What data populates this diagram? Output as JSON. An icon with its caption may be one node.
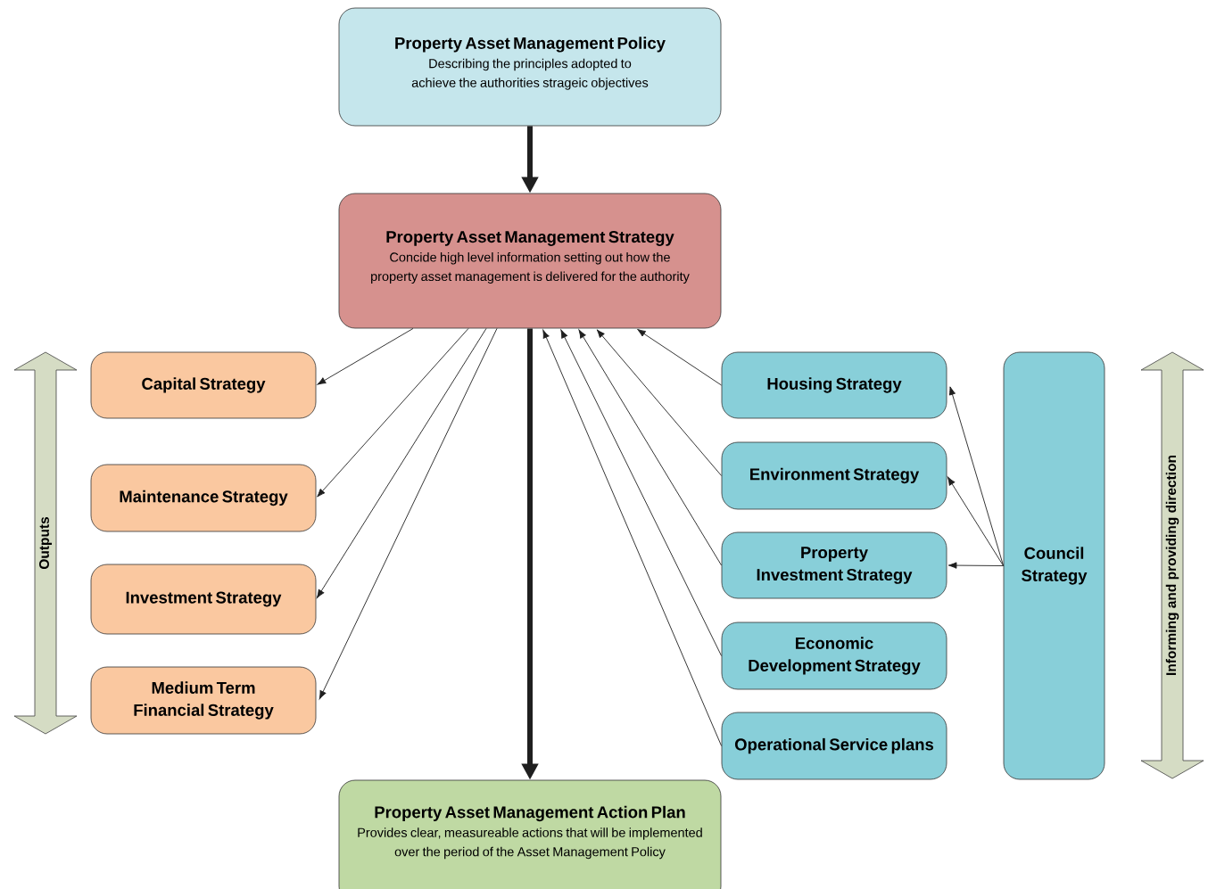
{
  "diagram": {
    "nodes": [
      {
        "text": [
          "Property Asset Management Policy",
          "Describing the principles adopted to achieve the authorities strageic objectives"
        ]
      },
      {
        "text": [
          "Property Asset Management Strategy",
          "Concide high level information setting out how the property asset management is delivered for the authority"
        ]
      },
      {
        "text": [
          "Capital Strategy"
        ]
      },
      {
        "text": [
          "Maintenance Strategy"
        ]
      },
      {
        "text": [
          "Investment Strategy"
        ]
      },
      {
        "text": [
          "Medium Term Financial Strategy"
        ]
      },
      {
        "text": [
          "Housing Strategy"
        ]
      },
      {
        "text": [
          "Environment Strategy"
        ]
      },
      {
        "text": [
          "Property Investment Strategy"
        ]
      },
      {
        "text": [
          "Economic Development Strategy"
        ]
      },
      {
        "text": [
          "Operational Service plans"
        ]
      },
      {
        "text": [
          "Council Strategy"
        ]
      },
      {
        "text": [
          "Property Asset Management Action Plan",
          "Provides clear, measureable actions that will be implemented over the period of the Asset Management Policy"
        ]
      }
    ],
    "edges": [
      {
        "from": 0,
        "to": 1,
        "arrow": "to",
        "style": "thick"
      },
      {
        "from": 1,
        "to": 12,
        "arrow": "to",
        "style": "thick"
      },
      {
        "from": 1,
        "to": 2,
        "arrow": "to"
      },
      {
        "from": 1,
        "to": 3,
        "arrow": "to"
      },
      {
        "from": 1,
        "to": 4,
        "arrow": "to"
      },
      {
        "from": 1,
        "to": 5,
        "arrow": "to"
      },
      {
        "from": 6,
        "to": 1,
        "arrow": "to"
      },
      {
        "from": 7,
        "to": 1,
        "arrow": "to"
      },
      {
        "from": 8,
        "to": 1,
        "arrow": "to"
      },
      {
        "from": 9,
        "to": 1,
        "arrow": "to"
      },
      {
        "from": 10,
        "to": 1,
        "arrow": "to"
      },
      {
        "from": 11,
        "to": 6,
        "arrow": "to"
      },
      {
        "from": 11,
        "to": 7,
        "arrow": "to"
      },
      {
        "from": 11,
        "to": 8,
        "arrow": "to"
      }
    ],
    "labels": [
      "Outputs",
      "Informing and providing direction"
    ]
  }
}
